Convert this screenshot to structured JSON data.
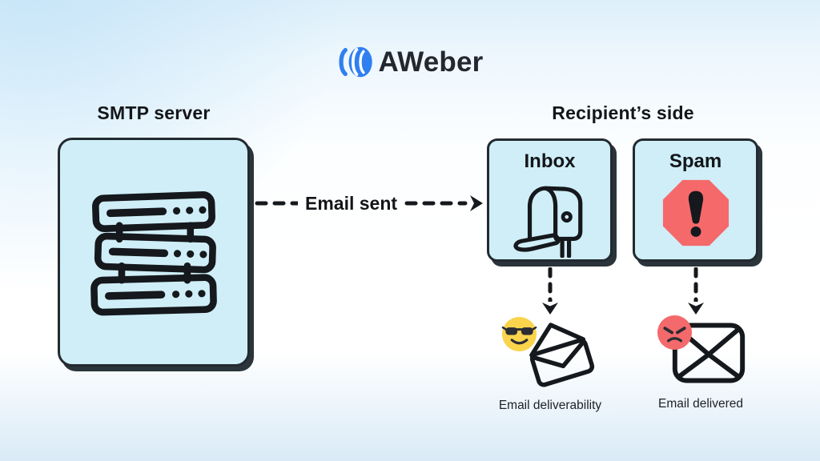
{
  "brand": {
    "name": "AWeber"
  },
  "colors": {
    "box_fill": "#cfeef8",
    "box_border": "#232a30",
    "box_shadow": "#2b343b",
    "ink": "#15181c",
    "logo_blue": "#2f7ff0",
    "spam_red": "#f5696b",
    "emoji_yellow": "#f9d44c",
    "emoji_red": "#f4696b",
    "background_top": "#ddeffa",
    "background_bottom": "#d9eaf6"
  },
  "smtp": {
    "title": "SMTP server",
    "icon": "server-stack-icon"
  },
  "flow": {
    "label": "Email sent",
    "arrow_direction": "right"
  },
  "recipient": {
    "title": "Recipient’s side",
    "inbox_label": "Inbox",
    "inbox_icon": "mailbox-icon",
    "spam_label": "Spam",
    "spam_icon": "spam-alert-icon"
  },
  "results": {
    "deliverability_label": "Email deliverability",
    "deliverability_icons": [
      "cool-sunglasses-emoji-icon",
      "open-envelope-icon"
    ],
    "delivered_label": "Email delivered",
    "delivered_icons": [
      "angry-emoji-icon",
      "closed-envelope-icon"
    ]
  }
}
